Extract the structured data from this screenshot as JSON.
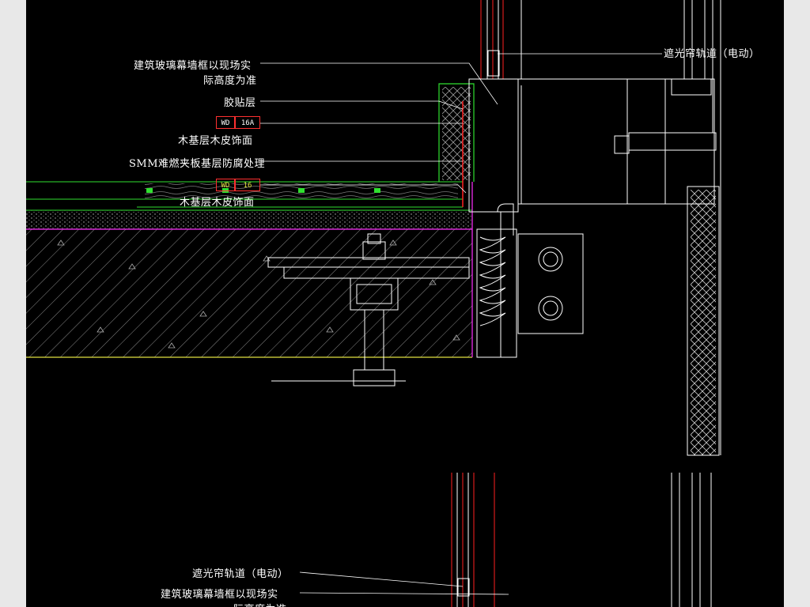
{
  "colors": {
    "background": "#000000",
    "page_border": "#e8e8e8",
    "line_white": "#ffffff",
    "line_red": "#ff2020",
    "line_green": "#30e030",
    "line_magenta": "#ff30ff",
    "line_yellow": "#e0e040",
    "line_grey": "#9a9a9a"
  },
  "annotations": {
    "curtain_frame_1": "建筑玻璃幕墙框以现场实",
    "curtain_frame_2": "际高度为准",
    "adhesive_layer": "胶贴层",
    "veneer_finish_1": "木基层木皮饰面",
    "smm_board": "SMM难燃夹板基层防腐处理",
    "veneer_finish_2": "木基层木皮饰面",
    "blind_track_top": "遮光帘轨道（电动）",
    "blind_track_bottom": "遮光帘轨道（电动）",
    "curtain_frame_bottom_1": "建筑玻璃幕墙框以现场实",
    "curtain_frame_bottom_2": "际高度为准"
  },
  "tags": {
    "tag_a": {
      "code": "WD",
      "number": "16A"
    },
    "tag_b": {
      "code": "WD",
      "number": "16"
    }
  }
}
